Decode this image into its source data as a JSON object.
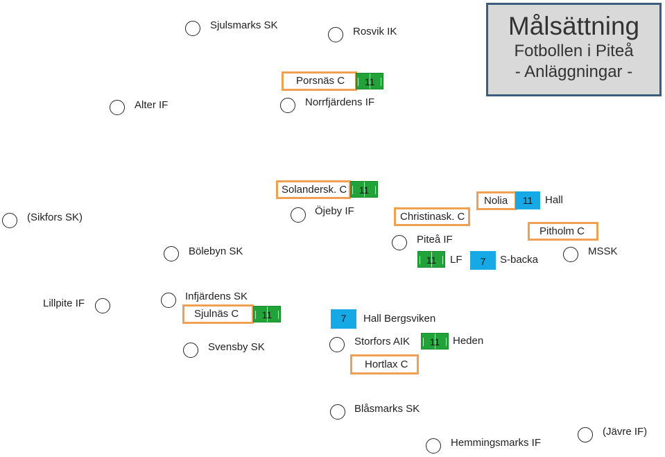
{
  "title": {
    "main": "Målsättning",
    "line2": "Fotbollen i Piteå",
    "line3": "- Anläggningar -"
  },
  "clubs": {
    "sjulsmarks_sk": "Sjulsmarks SK",
    "rosvik_if": "Rosvik IK",
    "alter_if": "Alter IF",
    "norrfjardens_if": "Norrfjärdens IF",
    "sikfors_sk": "(Sikfors SK)",
    "bolebyn_sk": "Bölebyn SK",
    "ojeby_if": "Öjeby IF",
    "pitea_if": "Piteå IF",
    "mssk": "MSSK",
    "lillpite_if": "Lillpite IF",
    "infjardens_sk": "Infjärdens SK",
    "svensby_sk": "Svensby SK",
    "storfors_aik": "Storfors AIK",
    "blasmarks_sk": "Blåsmarks SK",
    "hemmingsmarks_if": "Hemmingsmarks IF",
    "javre_if": "(Jävre IF)"
  },
  "centres": {
    "porsnas": "Porsnäs C",
    "solandersk": "Solandersk. C",
    "christinask": "Christinask. C",
    "nolia": "Nolia",
    "pitholm": "Pitholm C",
    "sjulnas": "Sjulnäs C",
    "hortlax": "Hortlax C"
  },
  "pitches": {
    "porsnas": "11",
    "solandersk": "11",
    "pitea_lf": "11",
    "sjulnas": "11",
    "storfors": "11"
  },
  "halls": {
    "nolia": "11",
    "s_backa": "7",
    "bergsviken": "7"
  },
  "labels": {
    "hall": "Hall",
    "lf": "LF",
    "s_backa": "S-backa",
    "hall_bergsviken": "Hall Bergsviken",
    "heden": "Heden"
  },
  "colors": {
    "pitch": "#21a33a",
    "hall": "#16a9e6",
    "centre_border": "#f0a050",
    "title_bg": "#d9d9d9",
    "title_border": "#3b5d7c"
  }
}
